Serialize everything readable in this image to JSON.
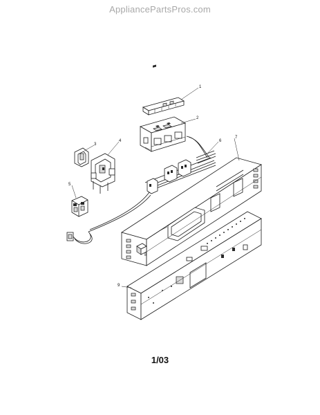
{
  "watermark": "AppliancePartsPros.com",
  "page_code": "1/03",
  "callouts": [
    "1",
    "2",
    "3",
    "4",
    "5",
    "6",
    "7",
    "8",
    "9"
  ]
}
